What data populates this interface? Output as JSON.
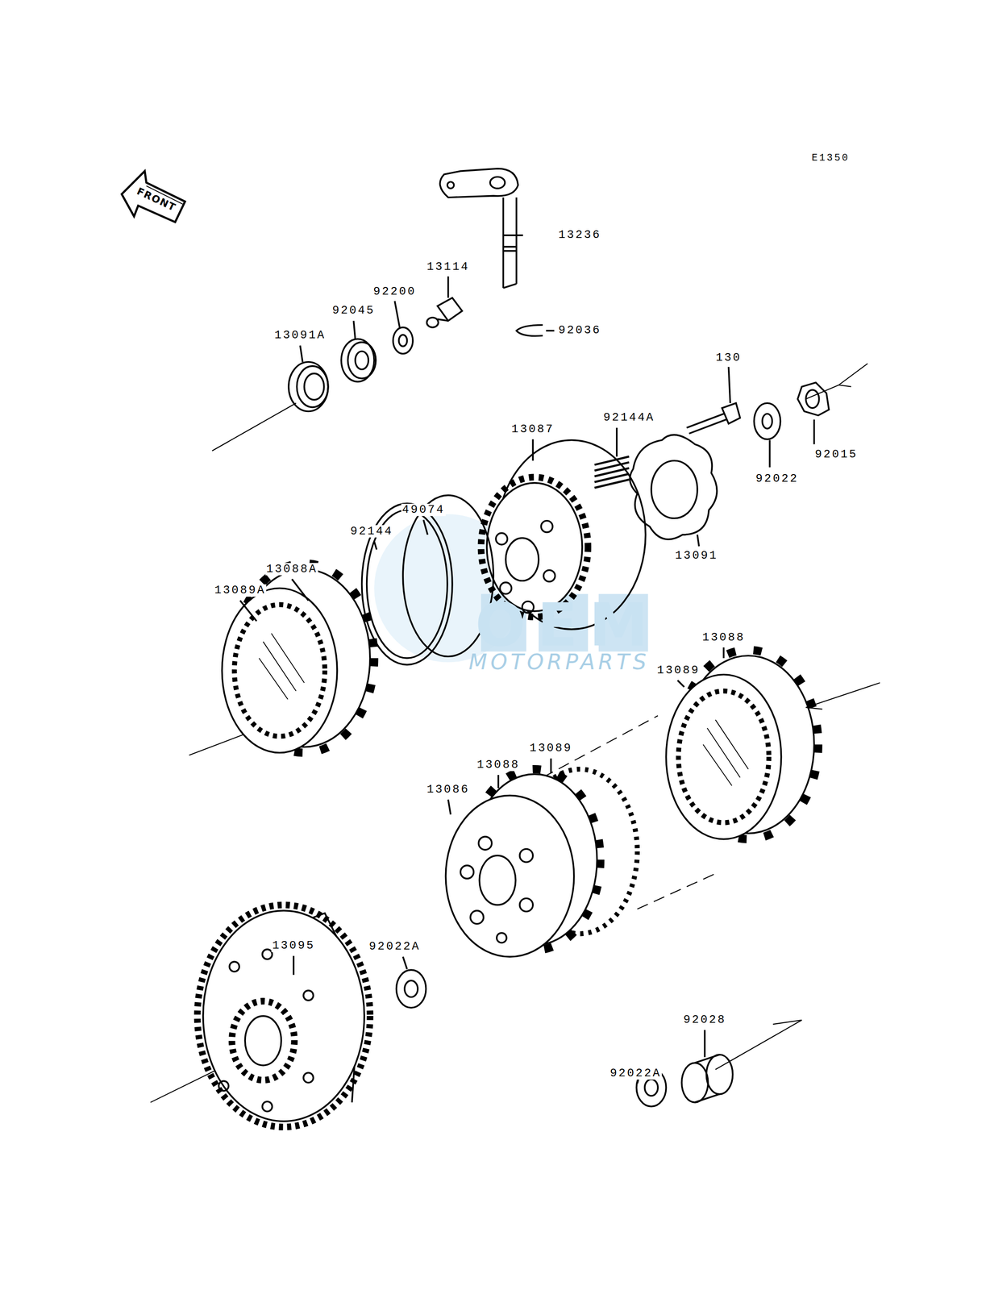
{
  "diagram": {
    "labels": [
      "E1350",
      "FRONT",
      "13236",
      "13114",
      "92200",
      "92045",
      "13091A",
      "92036",
      "130",
      "92015",
      "92022",
      "92144A",
      "13087",
      "13091",
      "49074",
      "92144",
      "13088A",
      "13089A",
      "13088",
      "13089",
      "13089",
      "13088",
      "13086",
      "13095",
      "92022A",
      "92028",
      "92022A",
      "OEM",
      "MOTORPARTS"
    ]
  }
}
